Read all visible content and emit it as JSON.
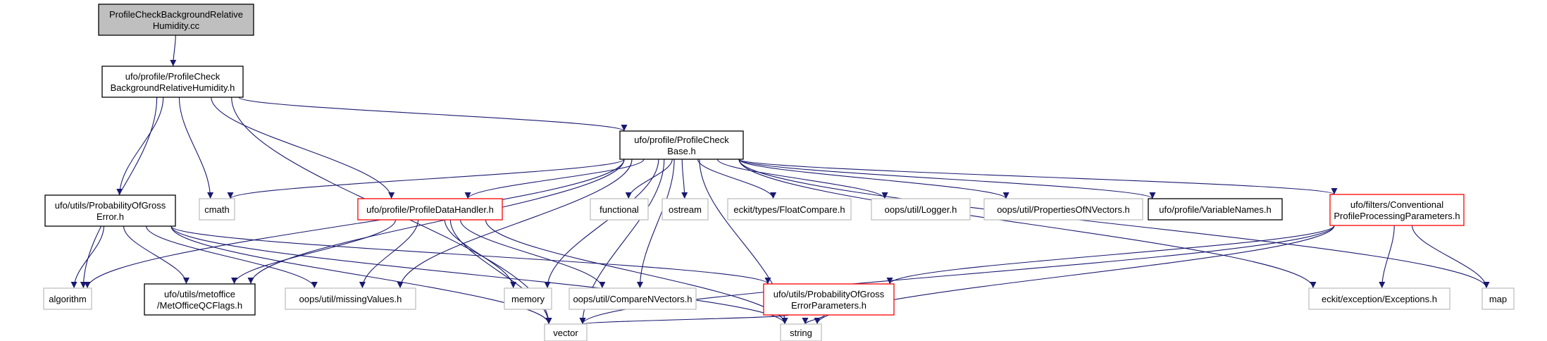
{
  "nodes": [
    {
      "id": "root",
      "lines": [
        "ProfileCheckBackgroundRelative",
        "Humidity.cc"
      ],
      "style": "root"
    },
    {
      "id": "pcbrh",
      "lines": [
        "ufo/profile/ProfileCheck",
        "BackgroundRelativeHumidity.h"
      ],
      "style": "black"
    },
    {
      "id": "pcbase",
      "lines": [
        "ufo/profile/ProfileCheck",
        "Base.h"
      ],
      "style": "black"
    },
    {
      "id": "pog",
      "lines": [
        "ufo/utils/ProbabilityOfGross",
        "Error.h"
      ],
      "style": "black"
    },
    {
      "id": "cmath",
      "lines": [
        "cmath"
      ],
      "style": "gray"
    },
    {
      "id": "pdh",
      "lines": [
        "ufo/profile/ProfileDataHandler.h"
      ],
      "style": "red"
    },
    {
      "id": "functional",
      "lines": [
        "functional"
      ],
      "style": "gray"
    },
    {
      "id": "ostream",
      "lines": [
        "ostream"
      ],
      "style": "gray"
    },
    {
      "id": "floatcompare",
      "lines": [
        "eckit/types/FloatCompare.h"
      ],
      "style": "gray"
    },
    {
      "id": "logger",
      "lines": [
        "oops/util/Logger.h"
      ],
      "style": "gray"
    },
    {
      "id": "propsnv",
      "lines": [
        "oops/util/PropertiesOfNVectors.h"
      ],
      "style": "gray"
    },
    {
      "id": "varnames",
      "lines": [
        "ufo/profile/VariableNames.h"
      ],
      "style": "black"
    },
    {
      "id": "cppp",
      "lines": [
        "ufo/filters/Conventional",
        "ProfileProcessingParameters.h"
      ],
      "style": "red"
    },
    {
      "id": "algorithm",
      "lines": [
        "algorithm"
      ],
      "style": "gray"
    },
    {
      "id": "metoffice",
      "lines": [
        "ufo/utils/metoffice",
        "/MetOfficeQCFlags.h"
      ],
      "style": "black"
    },
    {
      "id": "missing",
      "lines": [
        "oops/util/missingValues.h"
      ],
      "style": "gray"
    },
    {
      "id": "memory",
      "lines": [
        "memory"
      ],
      "style": "gray"
    },
    {
      "id": "comparenv",
      "lines": [
        "oops/util/CompareNVectors.h"
      ],
      "style": "gray"
    },
    {
      "id": "pogep",
      "lines": [
        "ufo/utils/ProbabilityOfGross",
        "ErrorParameters.h"
      ],
      "style": "red"
    },
    {
      "id": "exceptions",
      "lines": [
        "eckit/exception/Exceptions.h"
      ],
      "style": "gray"
    },
    {
      "id": "map",
      "lines": [
        "map"
      ],
      "style": "gray"
    },
    {
      "id": "vector",
      "lines": [
        "vector"
      ],
      "style": "gray"
    },
    {
      "id": "string",
      "lines": [
        "string"
      ],
      "style": "gray"
    }
  ],
  "edges": [
    [
      "root",
      "pcbrh"
    ],
    [
      "pcbrh",
      "pcbase"
    ],
    [
      "pcbrh",
      "pog"
    ],
    [
      "pcbrh",
      "cmath"
    ],
    [
      "pcbrh",
      "pdh"
    ],
    [
      "pcbrh",
      "algorithm"
    ],
    [
      "pcbrh",
      "vector"
    ],
    [
      "pcbase",
      "cmath"
    ],
    [
      "pcbase",
      "pdh"
    ],
    [
      "pcbase",
      "functional"
    ],
    [
      "pcbase",
      "ostream"
    ],
    [
      "pcbase",
      "floatcompare"
    ],
    [
      "pcbase",
      "logger"
    ],
    [
      "pcbase",
      "propsnv"
    ],
    [
      "pcbase",
      "varnames"
    ],
    [
      "pcbase",
      "cppp"
    ],
    [
      "pcbase",
      "algorithm"
    ],
    [
      "pcbase",
      "metoffice"
    ],
    [
      "pcbase",
      "missing"
    ],
    [
      "pcbase",
      "memory"
    ],
    [
      "pcbase",
      "comparenv"
    ],
    [
      "pcbase",
      "exceptions"
    ],
    [
      "pcbase",
      "map"
    ],
    [
      "pcbase",
      "vector"
    ],
    [
      "pcbase",
      "string"
    ],
    [
      "pog",
      "algorithm"
    ],
    [
      "pog",
      "metoffice"
    ],
    [
      "pog",
      "missing"
    ],
    [
      "pog",
      "pogep"
    ],
    [
      "pog",
      "vector"
    ],
    [
      "pog",
      "string"
    ],
    [
      "pdh",
      "metoffice"
    ],
    [
      "pdh",
      "missing"
    ],
    [
      "pdh",
      "memory"
    ],
    [
      "pdh",
      "comparenv"
    ],
    [
      "pdh",
      "vector"
    ],
    [
      "pdh",
      "string"
    ],
    [
      "cppp",
      "pogep"
    ],
    [
      "cppp",
      "exceptions"
    ],
    [
      "cppp",
      "map"
    ],
    [
      "cppp",
      "vector"
    ],
    [
      "cppp",
      "string"
    ],
    [
      "pogep",
      "vector"
    ],
    [
      "pogep",
      "string"
    ]
  ]
}
